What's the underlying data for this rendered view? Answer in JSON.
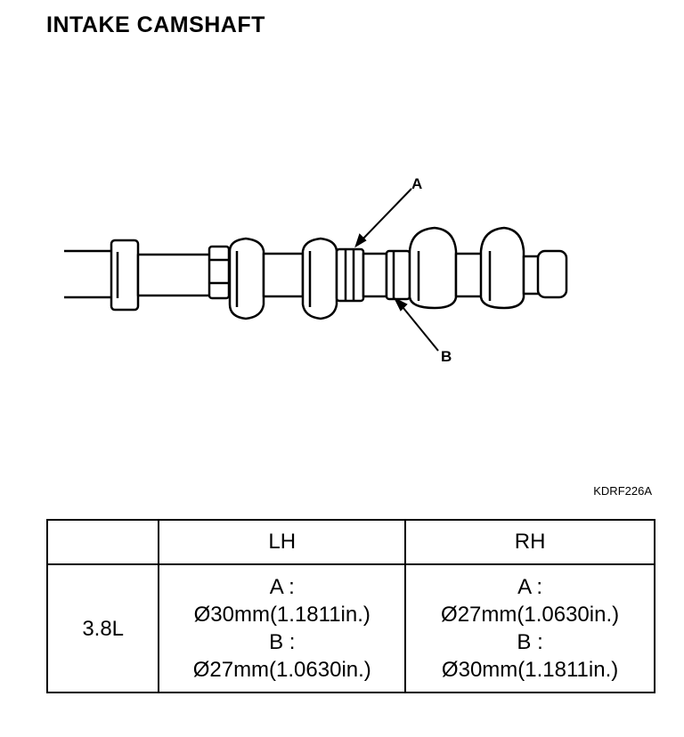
{
  "title": "INTAKE CAMSHAFT",
  "figure": {
    "callouts": [
      "A",
      "B"
    ],
    "code": "KDRF226A"
  },
  "table": {
    "headers": [
      "",
      "LH",
      "RH"
    ],
    "row": {
      "engine": "3.8L",
      "lh": [
        "A  :",
        "Ø30mm(1.1811in.)",
        "B  :",
        "Ø27mm(1.0630in.)"
      ],
      "rh": [
        "A  :",
        "Ø27mm(1.0630in.)",
        "B  :",
        "Ø30mm(1.1811in.)"
      ]
    }
  }
}
